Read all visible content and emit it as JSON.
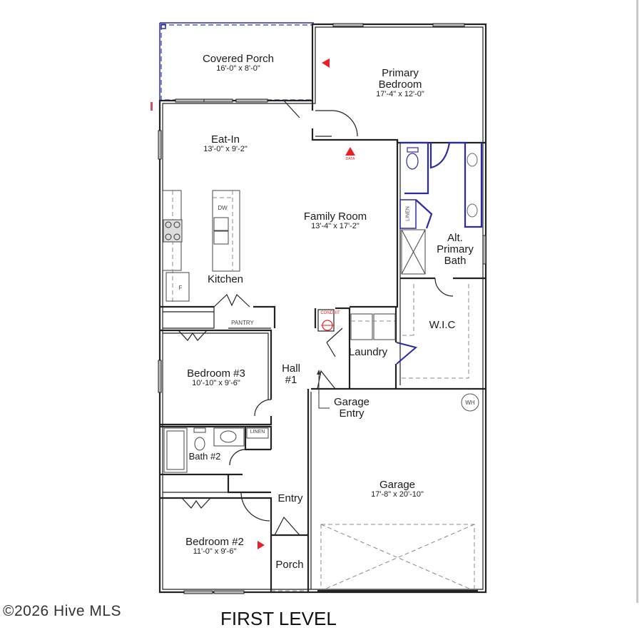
{
  "plan": {
    "title": "FIRST LEVEL",
    "copyright": "©2026 Hive MLS",
    "colors": {
      "wall": "#222222",
      "plumbing_highlight": "#2a2aa8",
      "data_marker": "#e8202a",
      "background": "#ffffff"
    },
    "rooms": {
      "covered_porch": {
        "name": "Covered Porch",
        "dims": "16'-0\" x 8'-0\""
      },
      "primary_bedroom": {
        "name_line1": "Primary",
        "name_line2": "Bedroom",
        "dims": "17'-4\" x 12'-0\""
      },
      "eat_in": {
        "name": "Eat-In",
        "dims": "13'-0\" x 9'-2\""
      },
      "family_room": {
        "name": "Family Room",
        "dims": "13'-4\" x 17'-2\""
      },
      "kitchen": {
        "name": "Kitchen"
      },
      "alt_primary_bath": {
        "line1": "Alt.",
        "line2": "Primary",
        "line3": "Bath"
      },
      "wic": {
        "name": "W.I.C"
      },
      "laundry": {
        "name": "Laundry"
      },
      "bedroom3": {
        "name": "Bedroom #3",
        "dims": "10'-10\" x 9'-6\""
      },
      "hall": {
        "line1": "Hall",
        "line2": "#1"
      },
      "bath2": {
        "name": "Bath #2"
      },
      "garage_entry": {
        "line1": "Garage",
        "line2": "Entry"
      },
      "garage": {
        "name": "Garage",
        "dims": "17'-8\" x 20'-10\""
      },
      "entry": {
        "name": "Entry"
      },
      "bedroom2": {
        "name": "Bedroom #2",
        "dims": "11'-0\" x 9'-6\""
      },
      "porch": {
        "name": "Porch"
      }
    },
    "fixtures": {
      "dishwasher": "DW",
      "fridge": "F",
      "pantry": "PANTRY",
      "linen_primary": "LINEN",
      "linen_hall": "LINEN",
      "water_heater": "WH",
      "conduit": "CONDUIT",
      "data": "DATA"
    }
  }
}
